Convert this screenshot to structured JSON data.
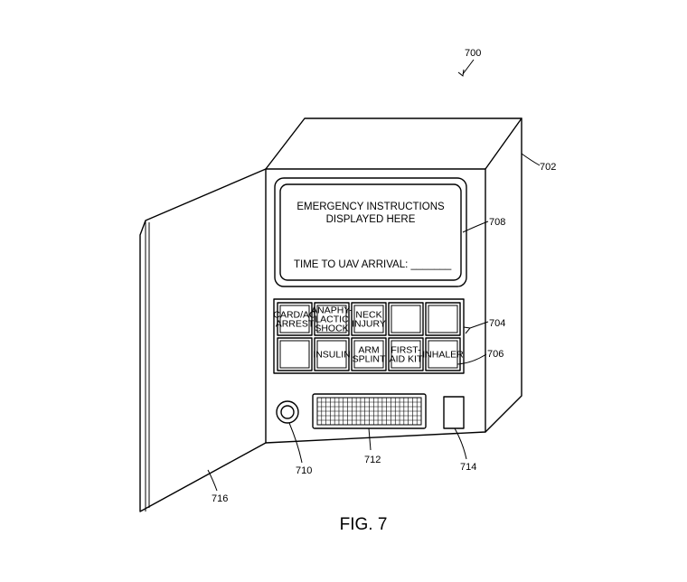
{
  "screen": {
    "line1": "EMERGENCY INSTRUCTIONS",
    "line2": "DISPLAYED HERE",
    "arrival": "TIME TO UAV ARRIVAL: _______"
  },
  "buttons_top": [
    {
      "lines": [
        "CARD/AC",
        "ARREST"
      ]
    },
    {
      "lines": [
        "ANAPHY-",
        "LACTIC",
        "SHOCK"
      ]
    },
    {
      "lines": [
        "NECK",
        "INJURY"
      ]
    },
    {
      "lines": []
    },
    {
      "lines": []
    }
  ],
  "buttons_bottom": [
    {
      "lines": []
    },
    {
      "lines": [
        "INSULIN"
      ]
    },
    {
      "lines": [
        "ARM",
        "SPLINT"
      ]
    },
    {
      "lines": [
        "FIRST-",
        "AID KIT"
      ]
    },
    {
      "lines": [
        "INHALER"
      ]
    }
  ],
  "refs": {
    "r700": "700",
    "r702": "702",
    "r704": "704",
    "r706": "706",
    "r708": "708",
    "r710": "710",
    "r712": "712",
    "r714": "714",
    "r716": "716"
  },
  "figure_label": "FIG. 7"
}
